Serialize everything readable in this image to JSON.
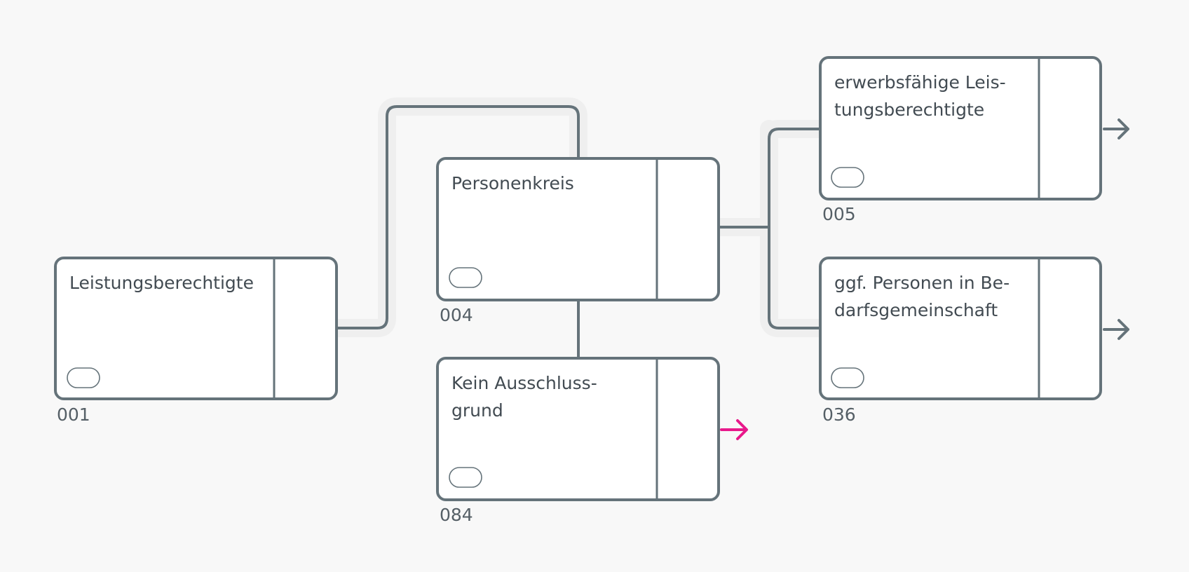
{
  "diagram": {
    "colors": {
      "line": "#65737a",
      "halo": "#efefef",
      "node_fill": "#ffffff",
      "text": "#424b52",
      "id_text": "#555f66",
      "accent": "#e8198b",
      "background": "#f8f8f8"
    },
    "nodes": [
      {
        "key": "n001",
        "id": "001",
        "title_lines": [
          "Leistungsberechtigte"
        ]
      },
      {
        "key": "n004",
        "id": "004",
        "title_lines": [
          "Personenkreis"
        ]
      },
      {
        "key": "n084",
        "id": "084",
        "title_lines": [
          "Kein Ausschluss-",
          "grund"
        ],
        "outgoing_arrow": "accent"
      },
      {
        "key": "n005",
        "id": "005",
        "title_lines": [
          "erwerbsfähige Leis-",
          "tungsberechtigte"
        ],
        "outgoing_arrow": "default"
      },
      {
        "key": "n036",
        "id": "036",
        "title_lines": [
          "ggf. Personen in Be-",
          "darfsgemeinschaft"
        ],
        "outgoing_arrow": "default"
      }
    ],
    "edges": [
      {
        "from": "001",
        "to": "004"
      },
      {
        "from": "004",
        "to": "084"
      },
      {
        "from": "004",
        "to": "005"
      },
      {
        "from": "004",
        "to": "036"
      }
    ]
  }
}
